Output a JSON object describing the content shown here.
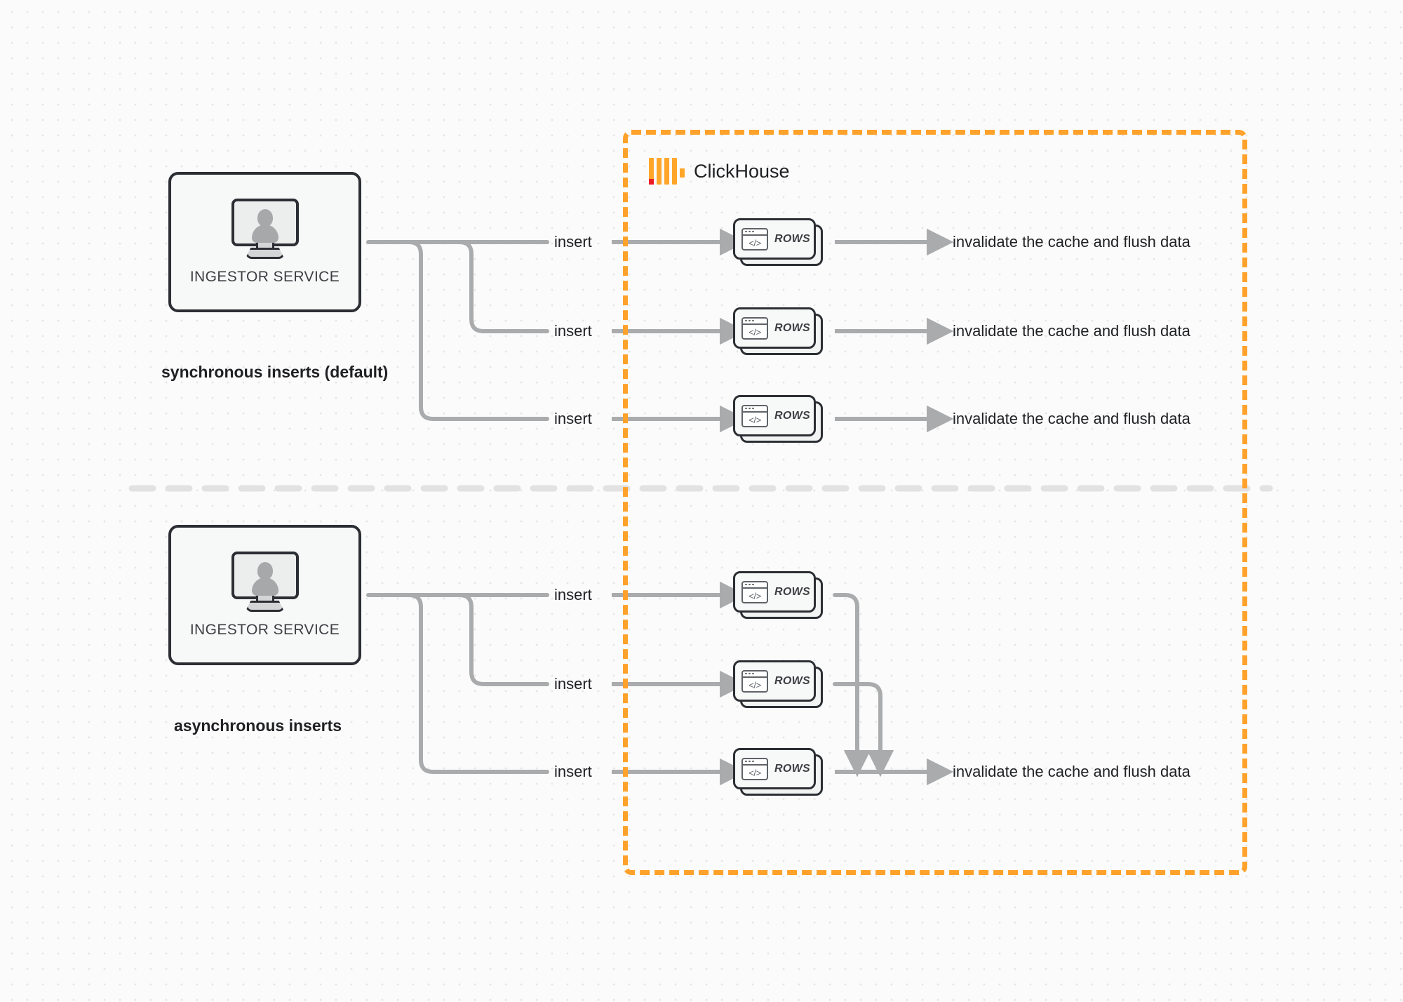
{
  "diagram": {
    "title": "ClickHouse synchronous vs asynchronous inserts",
    "colors": {
      "boundary_orange": "#FFA22B",
      "logo_orange": "#FFA62B",
      "logo_red": "#ED1C24",
      "edge_gray": "#aaaaaa",
      "node_border": "#2b2e33",
      "background": "#fbfbfb"
    }
  },
  "clickhouse": {
    "name": "ClickHouse",
    "logo_icon": "clickhouse-logo-icon"
  },
  "sections": [
    {
      "id": "synchronous",
      "caption": "synchronous inserts (default)",
      "service": {
        "label": "INGESTOR SERVICE",
        "icon": "monitor-user-icon"
      },
      "edges": [
        {
          "insert_label": "insert",
          "result_label": "invalidate the cache and flush data"
        },
        {
          "insert_label": "insert",
          "result_label": "invalidate the cache and flush data"
        },
        {
          "insert_label": "insert",
          "result_label": "invalidate the cache and flush data"
        }
      ],
      "rows_nodes": [
        {
          "label": "ROWS",
          "icon": "code-window-icon"
        },
        {
          "label": "ROWS",
          "icon": "code-window-icon"
        },
        {
          "label": "ROWS",
          "icon": "code-window-icon"
        }
      ]
    },
    {
      "id": "asynchronous",
      "caption": "asynchronous inserts",
      "service": {
        "label": "INGESTOR SERVICE",
        "icon": "monitor-user-icon"
      },
      "edges": [
        {
          "insert_label": "insert"
        },
        {
          "insert_label": "insert"
        },
        {
          "insert_label": "insert"
        }
      ],
      "rows_nodes": [
        {
          "label": "ROWS",
          "icon": "code-window-icon"
        },
        {
          "label": "ROWS",
          "icon": "code-window-icon"
        },
        {
          "label": "ROWS",
          "icon": "code-window-icon"
        }
      ],
      "result_label": "invalidate the cache and flush data"
    }
  ]
}
